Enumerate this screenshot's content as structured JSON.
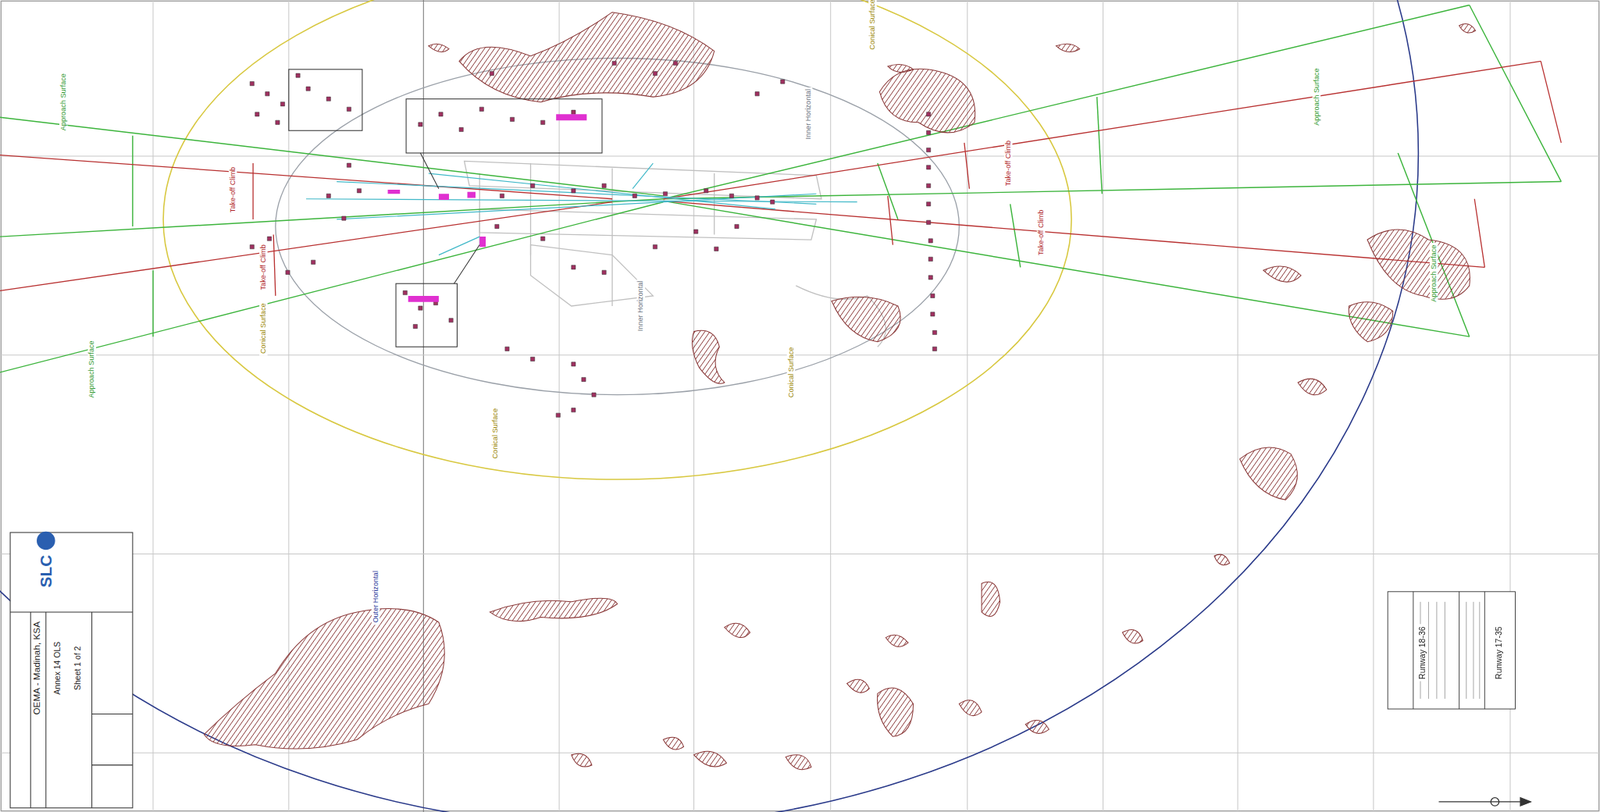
{
  "diagram": {
    "title": "OEMA - Madinah, KSA",
    "labels": [
      "Approach Surface",
      "Approach Surface",
      "Approach Surface",
      "Approach Surface",
      "Take-off Climb",
      "Take-off Climb",
      "Take-off Climb",
      "Take-off Climb",
      "Inner Horizontal",
      "Inner Horizontal",
      "Conical Surface",
      "Conical Surface",
      "Conical Surface",
      "Conical Surface",
      "Outer Horizontal",
      "Annex 14 OLS",
      "Sheet 1 of 2",
      "SLC",
      "Runway 17-35",
      "Runway 18-36"
    ]
  }
}
